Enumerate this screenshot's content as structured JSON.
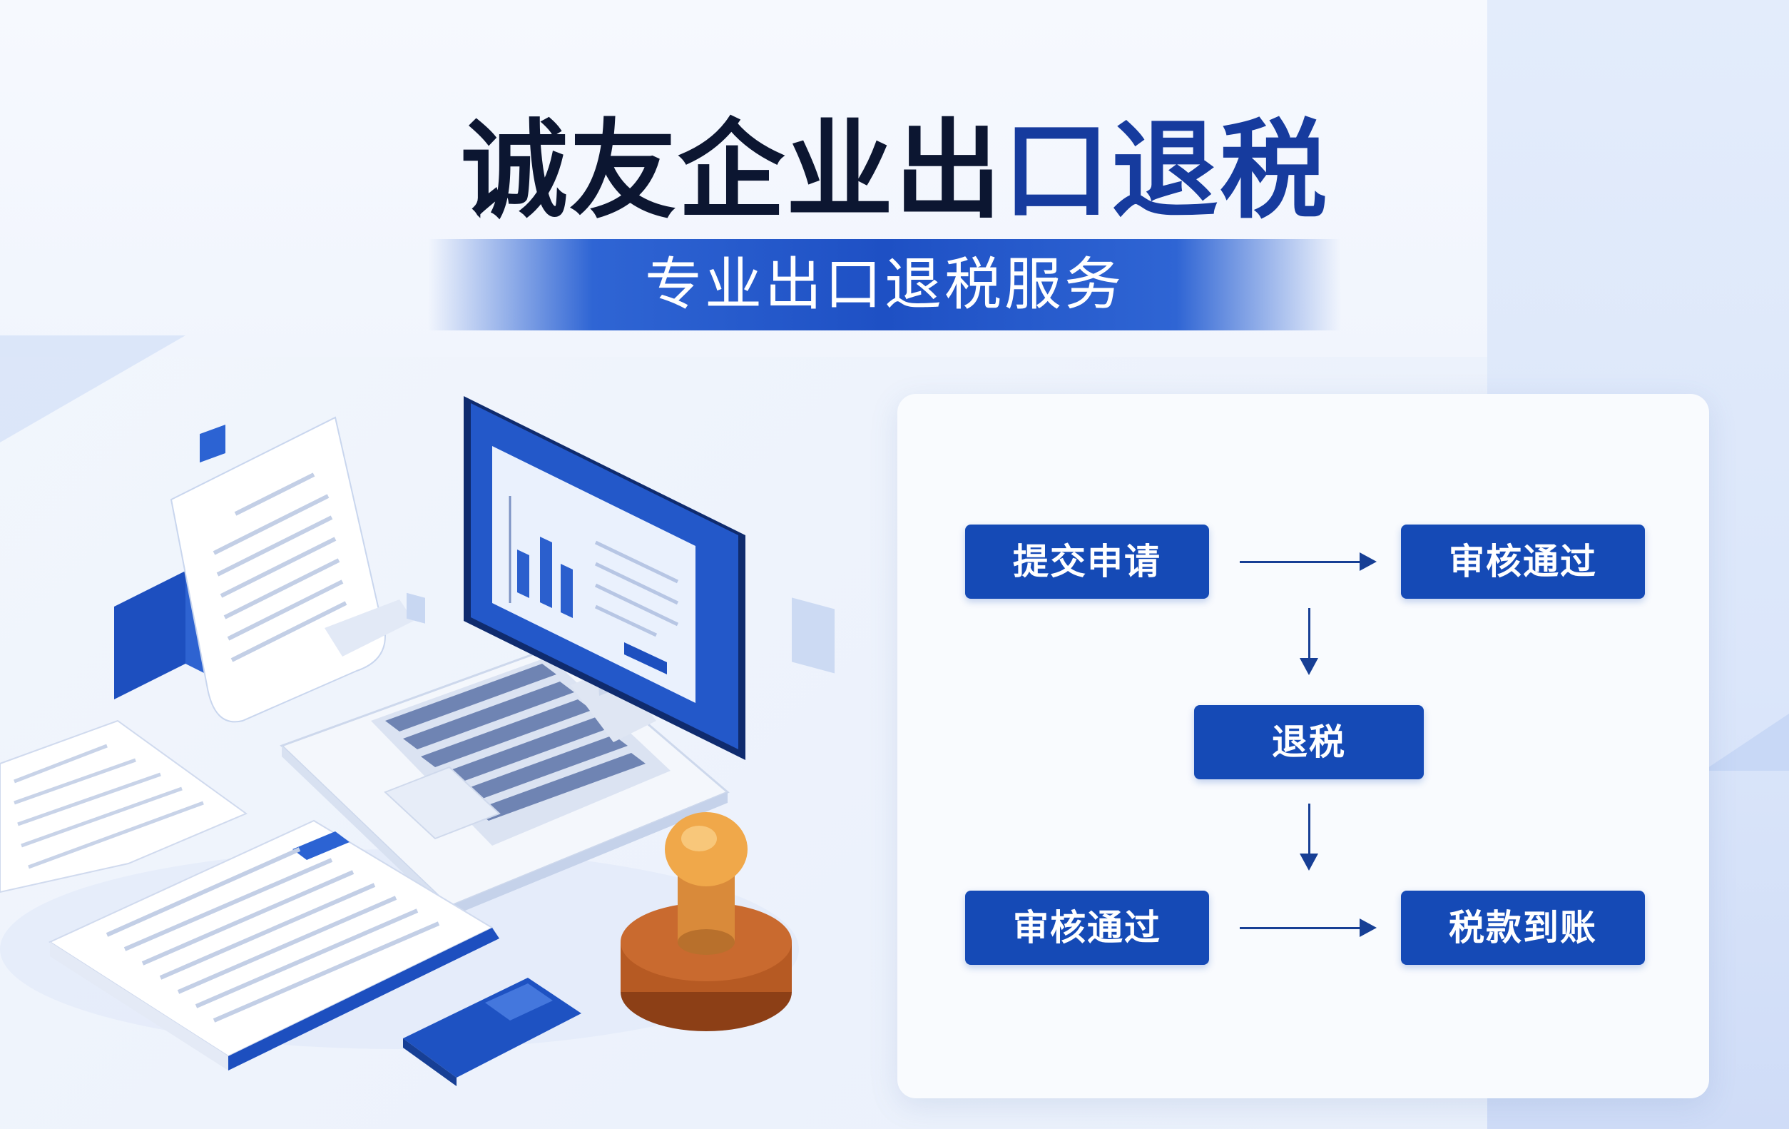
{
  "banner": {
    "title_dark": "诚友企业出",
    "title_blue": "口",
    "title_dark_end": "退税",
    "subtitle": "专业出口退税服务"
  },
  "flow": {
    "nodes": {
      "submit": "提交申请",
      "review_1": "审核通过",
      "refund": "退税",
      "review_2": "审核通过",
      "received": "税款到账"
    }
  },
  "illustration": {
    "icons": [
      "monitor-icon",
      "bar-chart-icon",
      "laptop-icon",
      "keyboard-icon",
      "document-icon",
      "binder-icon",
      "rubber-stamp-icon",
      "card-icon"
    ],
    "colors": {
      "primary": "#154ab6",
      "accent": "#2f65d4",
      "stamp": "#d98a3a",
      "paper": "#ffffff"
    }
  }
}
